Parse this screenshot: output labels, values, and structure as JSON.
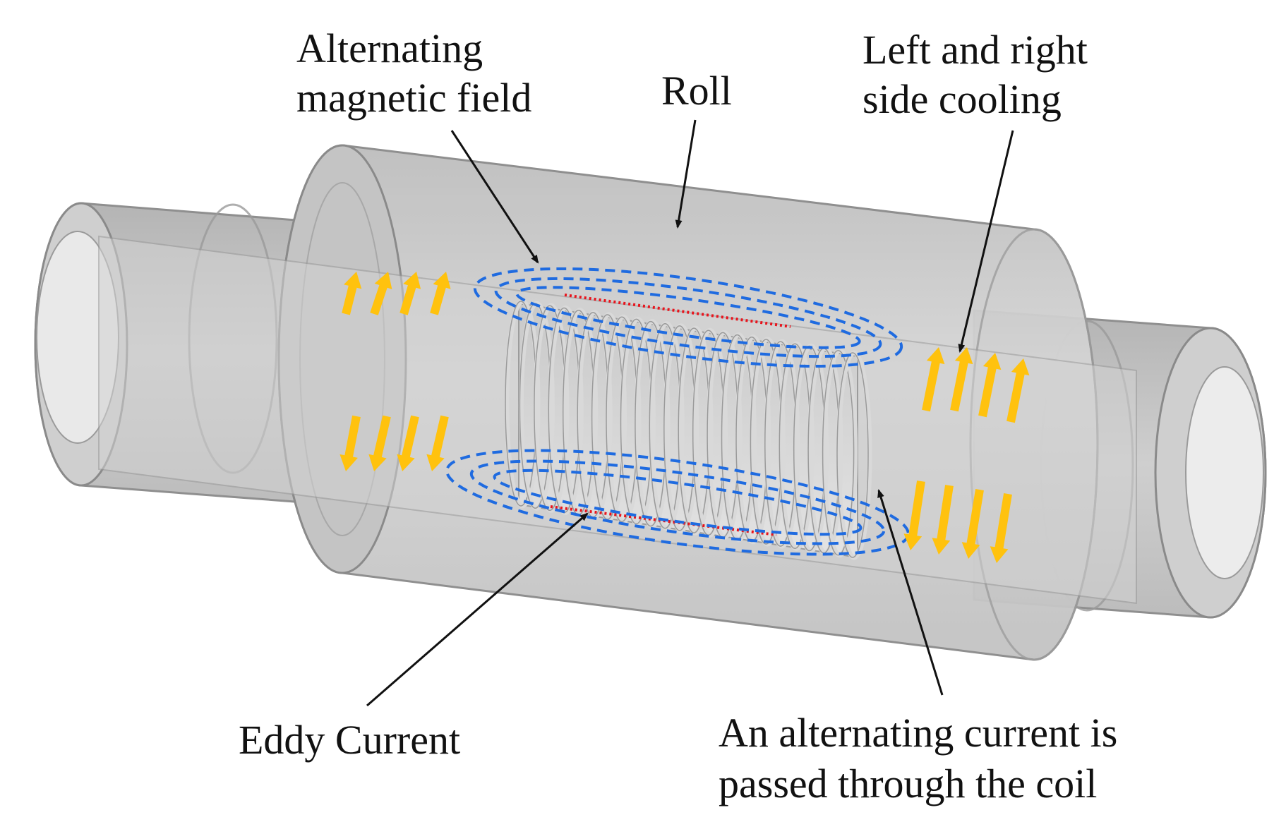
{
  "labels": {
    "magnetic_field": [
      "Alternating",
      "magnetic field"
    ],
    "roll": "Roll",
    "cooling": [
      "Left and right",
      "side cooling"
    ],
    "eddy_current": "Eddy Current",
    "coil_current": [
      "An alternating current is",
      "passed through the coil"
    ]
  },
  "colors": {
    "roll_body": "#c7c7c7",
    "roll_edge": "#8a8a8a",
    "cooling_arrow": "#ffc20e",
    "field_lines": "#1f6be0",
    "eddy_current": "#e8141c",
    "coil": "#d9d9d9",
    "leader_lines": "#111111"
  }
}
